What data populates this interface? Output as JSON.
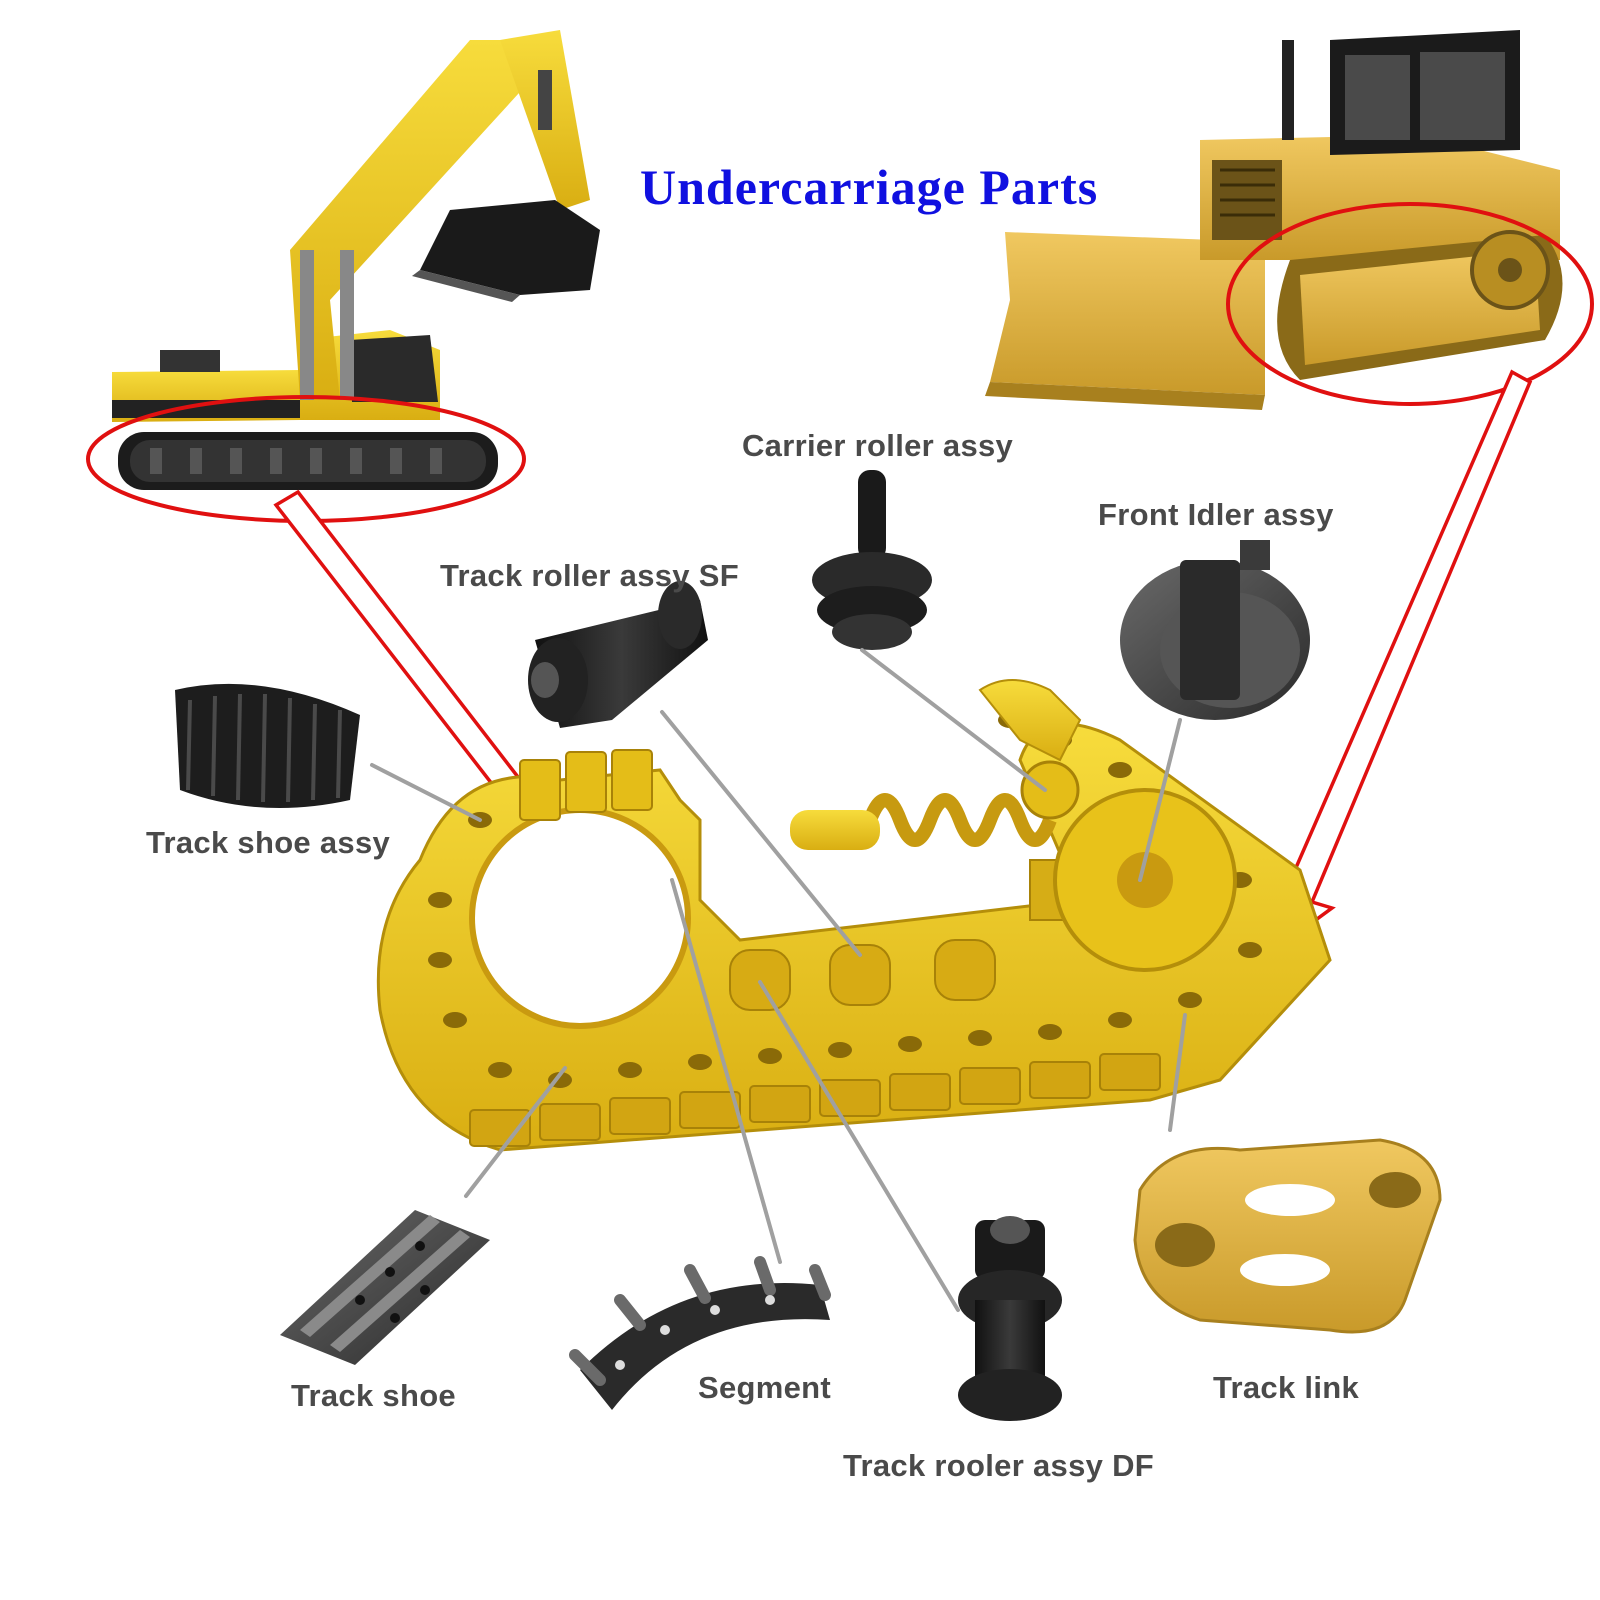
{
  "title": "Undercarriage Parts",
  "labels": {
    "carrier_roller": "Carrier roller assy",
    "front_idler": "Front Idler assy",
    "track_roller_sf": "Track roller assy SF",
    "track_shoe_assy": "Track shoe assy",
    "track_shoe": "Track shoe",
    "segment": "Segment",
    "track_roller_df": "Track rooler assy DF",
    "track_link": "Track link"
  },
  "colors": {
    "title": "#1010e0",
    "label": "#4a4a4a",
    "highlight_ring": "#e01010",
    "part_yellow": "#e8c21a",
    "leader_line": "#a0a0a0"
  },
  "icons": [
    "excavator-icon",
    "bulldozer-icon",
    "undercarriage-icon"
  ]
}
